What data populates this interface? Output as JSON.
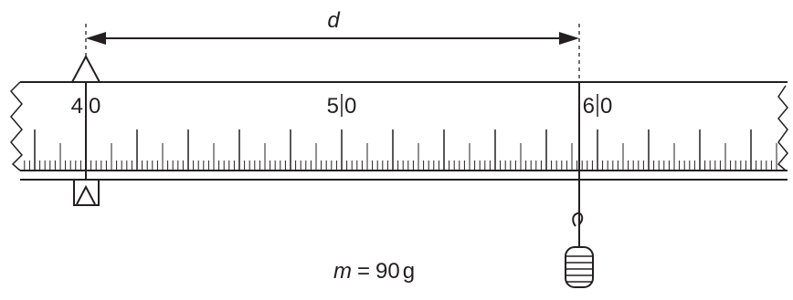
{
  "distance_label": "d",
  "scale_labels": [
    {
      "left": "4",
      "right": "0"
    },
    {
      "left": "5",
      "right": "0"
    },
    {
      "left": "6",
      "right": "0"
    }
  ],
  "mass": {
    "symbol": "m",
    "equals": "=",
    "value": "90",
    "unit": "g"
  },
  "colors": {
    "ink": "#231f20",
    "background": "#ffffff"
  }
}
